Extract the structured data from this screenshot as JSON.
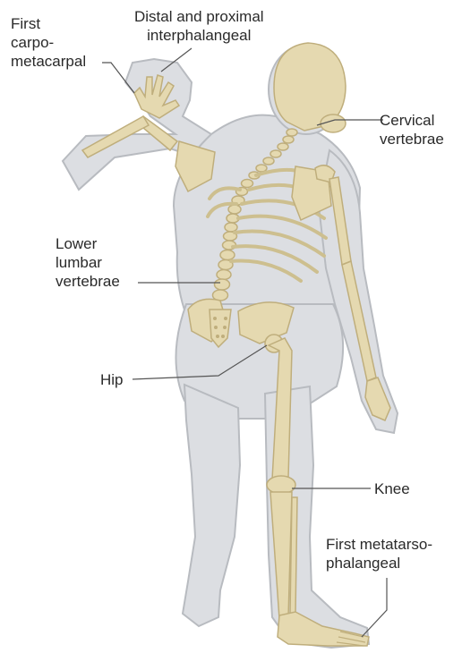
{
  "labels": {
    "first_carpometacarpal": [
      "First",
      "carpo-",
      "metacarpal"
    ],
    "interphalangeal": [
      "Distal and proximal",
      "interphalangeal"
    ],
    "cervical_vertebrae": [
      "Cervical",
      "vertebrae"
    ],
    "lower_lumbar_vertebrae": [
      "Lower",
      "lumbar",
      "vertebrae"
    ],
    "hip": "Hip",
    "knee": "Knee",
    "first_metatarsophalangeal": [
      "First metatarso-",
      "phalangeal"
    ]
  },
  "colors": {
    "body_fill": "#dcdee2",
    "body_outline": "#b8bbc0",
    "bone": "#e5d9b0",
    "bone_shadow": "#bfae7c",
    "leader_line": "#555555",
    "text": "#2a2a2a"
  }
}
